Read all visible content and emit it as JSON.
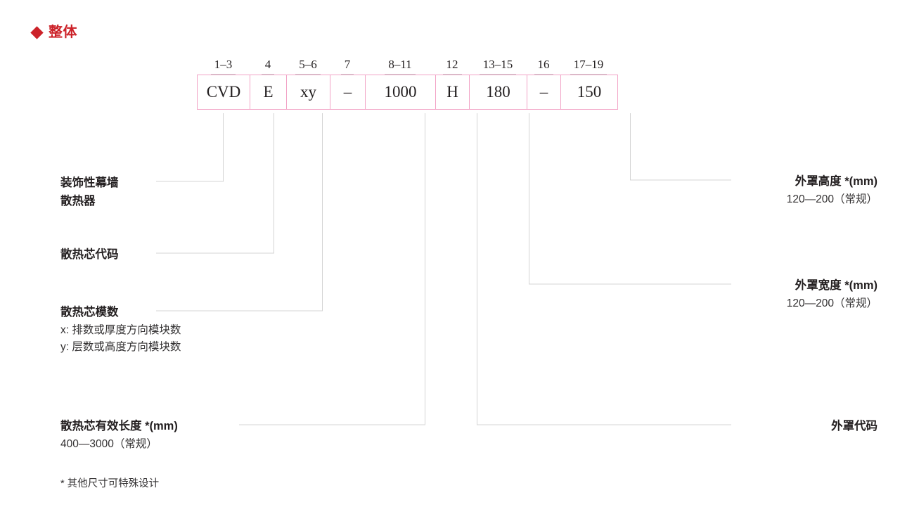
{
  "title": {
    "bullet": "diamond-bullet",
    "text": "整体",
    "color": "#cc2229"
  },
  "code_table": {
    "accent_color": "#f2a3c6",
    "underline_color": "#c9c9c9",
    "positions": [
      "1–3",
      "4",
      "5–6",
      "7",
      "8–11",
      "12",
      "13–15",
      "16",
      "17–19"
    ],
    "values": [
      "CVD",
      "E",
      "xy",
      "–",
      "1000",
      "H",
      "180",
      "–",
      "150"
    ],
    "widths": [
      75,
      52,
      62,
      50,
      100,
      48,
      82,
      48,
      80
    ]
  },
  "annotations": {
    "left": [
      {
        "id": "decorative-curtain-wall-radiator",
        "lines": [
          "装饰性幕墙",
          "散热器"
        ],
        "sub": []
      },
      {
        "id": "core-code",
        "lines": [
          "散热芯代码"
        ],
        "sub": []
      },
      {
        "id": "core-modulus",
        "lines": [
          "散热芯模数"
        ],
        "sub": [
          "x: 排数或厚度方向模块数",
          "y: 层数或高度方向模块数"
        ]
      },
      {
        "id": "core-effective-length",
        "lines": [
          "散热芯有效长度 *(mm)"
        ],
        "sub": [
          "400—3000（常规）"
        ]
      }
    ],
    "right": [
      {
        "id": "cover-height",
        "lines": [
          "外罩高度 *(mm)"
        ],
        "sub": [
          "120—200（常规）"
        ]
      },
      {
        "id": "cover-width",
        "lines": [
          "外罩宽度 *(mm)"
        ],
        "sub": [
          "120—200（常规）"
        ]
      },
      {
        "id": "cover-code",
        "lines": [
          "外罩代码"
        ],
        "sub": []
      }
    ]
  },
  "footnote": {
    "text": "* 其他尺寸可特殊设计"
  }
}
